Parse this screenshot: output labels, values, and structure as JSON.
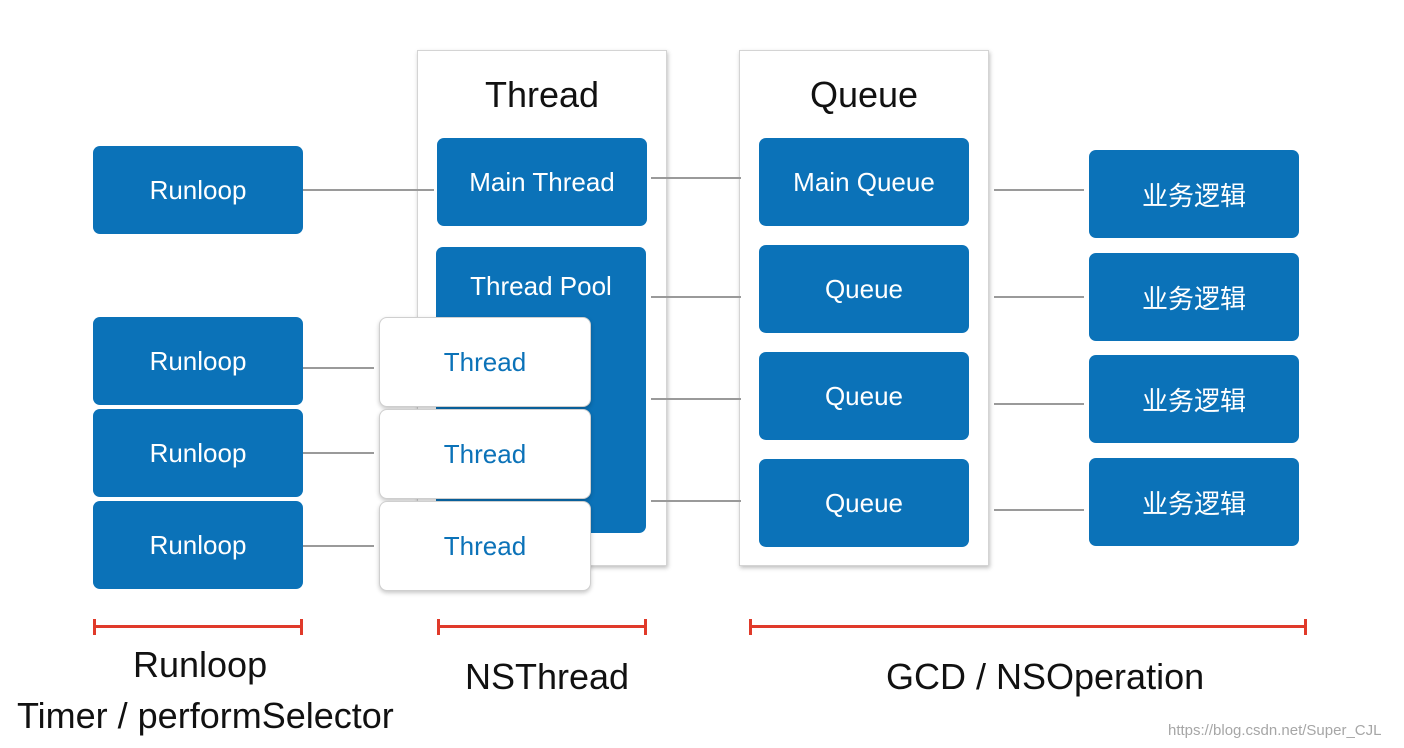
{
  "thread_panel": {
    "title": "Thread",
    "main_thread": "Main Thread",
    "thread_pool": "Thread Pool"
  },
  "queue_panel": {
    "title": "Queue",
    "main_queue": "Main Queue",
    "queues": [
      "Queue",
      "Queue",
      "Queue"
    ]
  },
  "runloops": [
    "Runloop",
    "Runloop",
    "Runloop",
    "Runloop"
  ],
  "threads": [
    "Thread",
    "Thread",
    "Thread"
  ],
  "business_logic": [
    "业务逻辑",
    "业务逻辑",
    "业务逻辑",
    "业务逻辑"
  ],
  "bottom_labels": {
    "runloop_line1": "Runloop",
    "runloop_line2": "Timer / performSelector",
    "nsthread": "NSThread",
    "gcd": "GCD / NSOperation"
  },
  "watermark": "https://blog.csdn.net/Super_CJL",
  "colors": {
    "box_blue": "#0b72b8",
    "bracket_red": "#e03a2a",
    "connector_gray": "#9a9a9a"
  }
}
